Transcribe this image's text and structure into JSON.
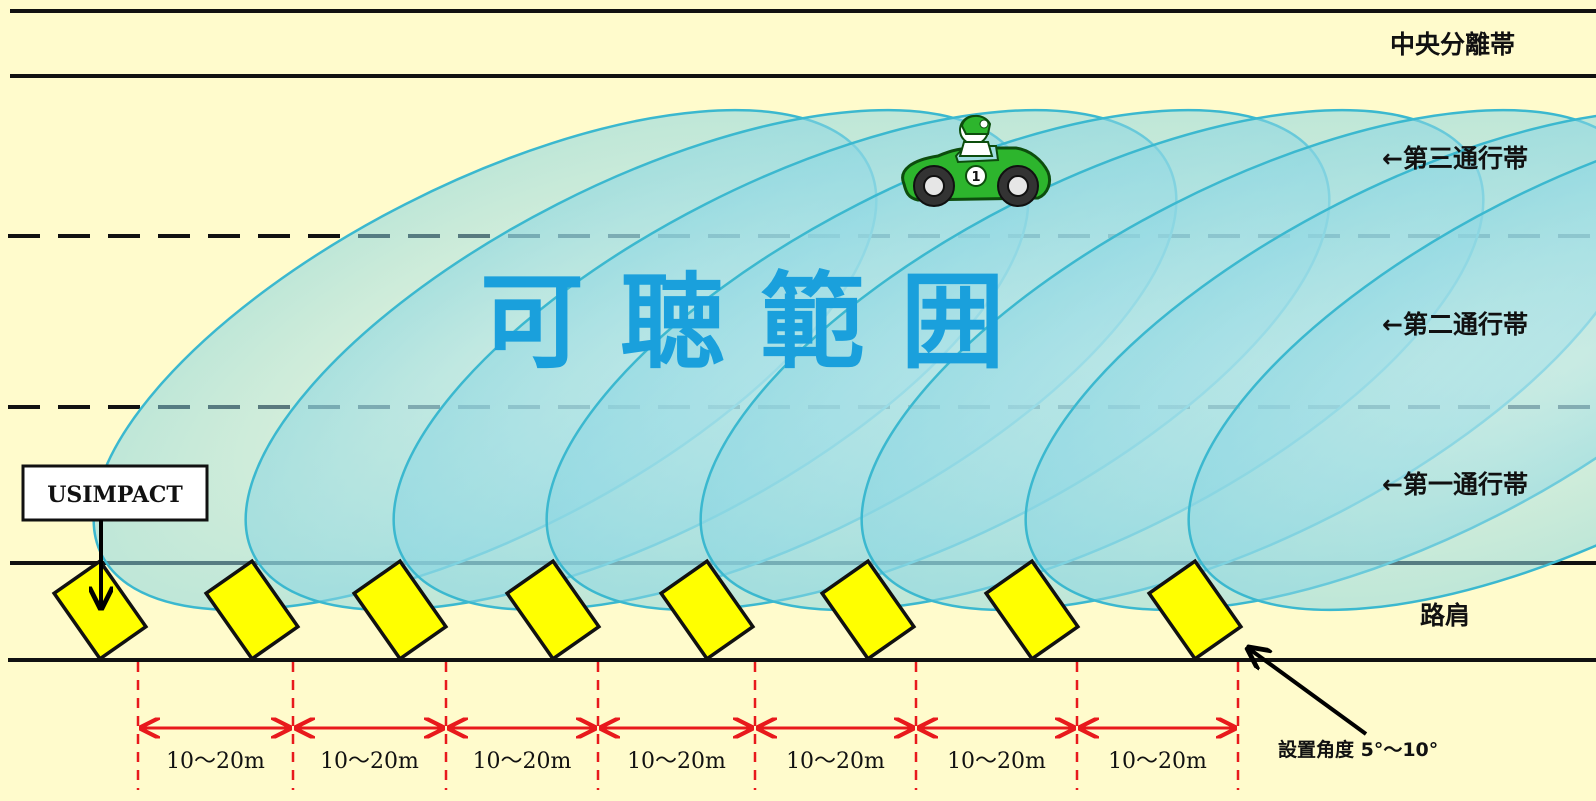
{
  "lanes": {
    "median": "中央分離帯",
    "lane3": "←第三通行帯",
    "lane2": "←第二通行帯",
    "lane1": "←第一通行帯",
    "shoulder": "路肩"
  },
  "audible_range_label": "可 聴 範 囲",
  "device_label": "USIMPACT",
  "distances": [
    "10〜20m",
    "10〜20m",
    "10〜20m",
    "10〜20m",
    "10〜20m",
    "10〜20m",
    "10〜20m"
  ],
  "install_angle_label": "設置角度 5°〜10°",
  "car_number": "1",
  "colors": {
    "background": "#fffbcc",
    "range_fill": "#a8e0e8",
    "range_stroke": "#3bb8cf",
    "device_fill": "#ffff00",
    "dimension_red": "#e8191c",
    "title_blue": "#1aa0dc",
    "car_green": "#2db52d"
  }
}
